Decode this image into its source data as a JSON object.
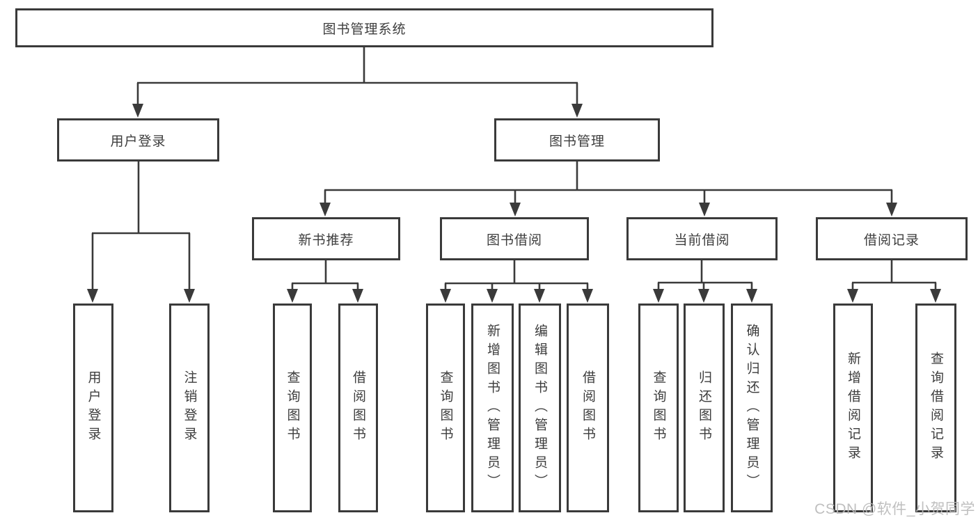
{
  "diagram": {
    "title": "图书管理系统",
    "root": {
      "label": "图书管理系统"
    },
    "level2": {
      "user_login": "用户登录",
      "book_mgmt": "图书管理"
    },
    "level3": {
      "new_books": "新书推荐",
      "borrowing": "图书借阅",
      "current": "当前借阅",
      "records": "借阅记录"
    },
    "leaves": {
      "user_login": [
        "用户登录",
        "注销登录"
      ],
      "new_books": [
        "查询图书",
        "借阅图书"
      ],
      "borrowing": [
        "查询图书",
        "新增图书（管理员）",
        "编辑图书（管理员）",
        "借阅图书"
      ],
      "current": [
        "查询图书",
        "归还图书",
        "确认归还（管理员）"
      ],
      "records": [
        "新增借阅记录",
        "查询借阅记录"
      ]
    }
  },
  "watermark": "CSDN @软件_小贺同学",
  "colors": {
    "line": "#3a3a3a",
    "text": "#3d3d3d",
    "box_background": "#ffffff",
    "watermark": "#bababa"
  }
}
